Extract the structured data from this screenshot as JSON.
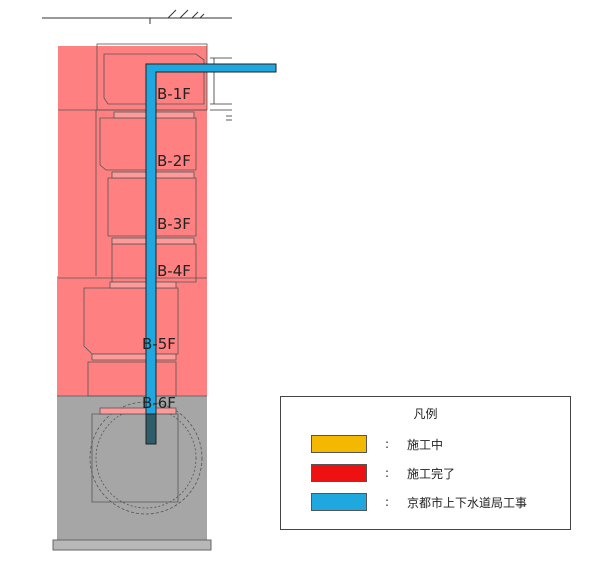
{
  "diagram": {
    "floors": [
      {
        "id": "b1",
        "label": "B-1F"
      },
      {
        "id": "b2",
        "label": "B-2F"
      },
      {
        "id": "b3",
        "label": "B-3F"
      },
      {
        "id": "b4",
        "label": "B-4F"
      },
      {
        "id": "b5",
        "label": "B-5F"
      },
      {
        "id": "b6",
        "label": "B-6F"
      }
    ],
    "colors": {
      "in_progress": "#F5B800",
      "completed": "#EE1111",
      "completed_fill": "#FF8080",
      "water_works": "#1FA8E0",
      "unexcavated": "#A6A6A6"
    }
  },
  "legend": {
    "title": "凡例",
    "colon": ":",
    "items": [
      {
        "label": "施工中"
      },
      {
        "label": "施工完了"
      },
      {
        "label": "京都市上下水道局工事"
      }
    ]
  }
}
